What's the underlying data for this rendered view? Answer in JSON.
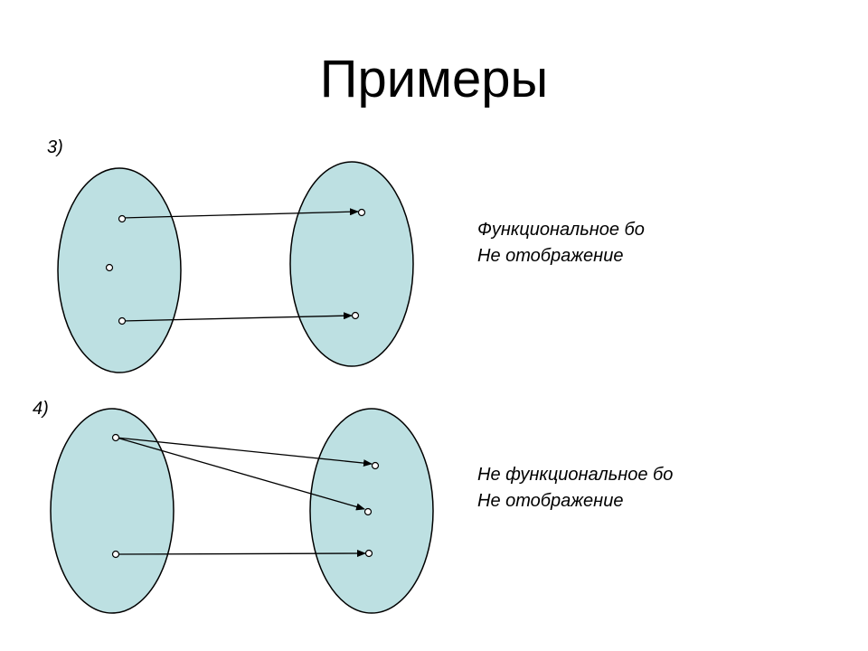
{
  "title": "Примеры",
  "colors": {
    "set_fill": "#bde0e2",
    "outline": "#000000",
    "background": "#ffffff"
  },
  "examples": [
    {
      "number": "3)",
      "description": [
        "Функциональное бо",
        "Не отображение"
      ]
    },
    {
      "number": "4)",
      "description": [
        "Не функциональное бо",
        "Не отображение"
      ]
    }
  ]
}
